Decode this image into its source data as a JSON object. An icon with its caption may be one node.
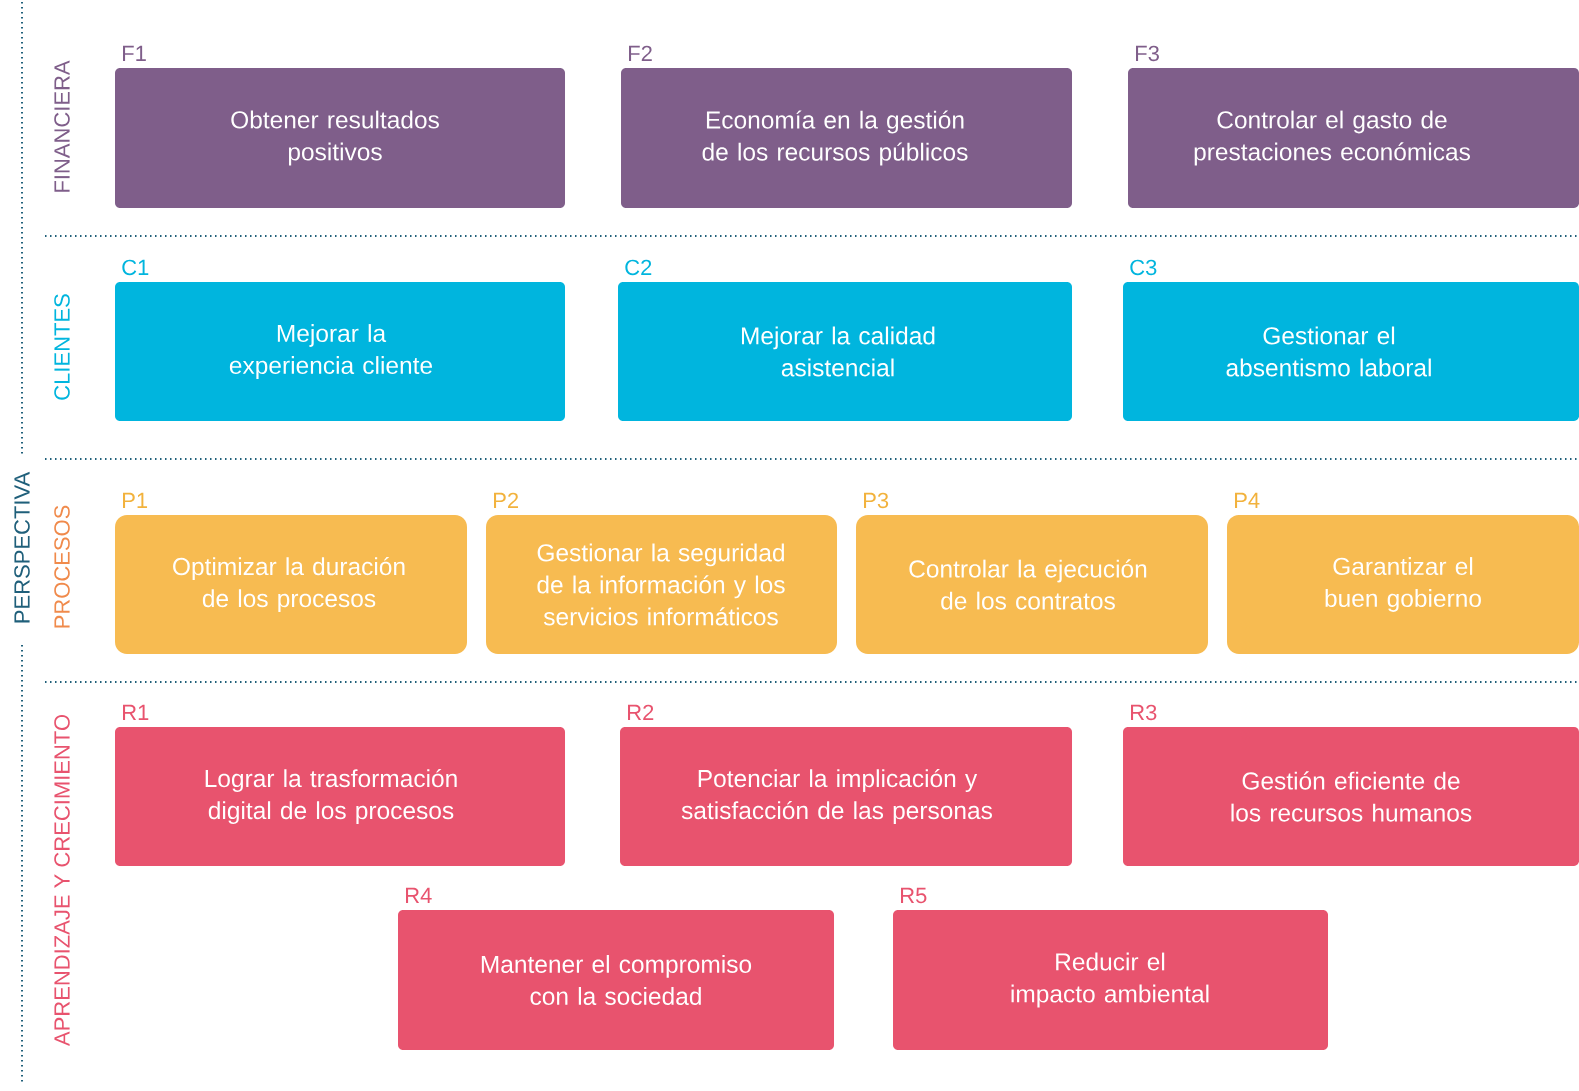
{
  "diagram": {
    "nodes": [
      {
        "text": [
          "F1",
          "Obtener resultados positivos"
        ]
      },
      {
        "text": [
          "F2",
          "Economía en la gestión de los recursos públicos"
        ]
      },
      {
        "text": [
          "F3",
          "Controlar el gasto de prestaciones económicas"
        ]
      },
      {
        "text": [
          "C1",
          "Mejorar la experiencia cliente"
        ]
      },
      {
        "text": [
          "C2",
          "Mejorar la calidad asistencial"
        ]
      },
      {
        "text": [
          "C3",
          "Gestionar el absentismo laboral"
        ]
      },
      {
        "text": [
          "P1",
          "Optimizar la duración de los procesos"
        ]
      },
      {
        "text": [
          "P2",
          "Gestionar la seguridad de la información y los servicios informáticos"
        ]
      },
      {
        "text": [
          "P3",
          "Controlar la ejecución de los contratos"
        ]
      },
      {
        "text": [
          "P4",
          "Garantizar el buen gobierno"
        ]
      },
      {
        "text": [
          "R1",
          "Lograr la trasformación digital de los procesos"
        ]
      },
      {
        "text": [
          "R2",
          "Potenciar la implicación y satisfacción de las personas"
        ]
      },
      {
        "text": [
          "R3",
          "Gestión eficiente de los recursos humanos"
        ]
      },
      {
        "text": [
          "R4",
          "Mantener el compromiso con la sociedad"
        ]
      },
      {
        "text": [
          "R5",
          "Reducir el impacto ambiental"
        ]
      }
    ],
    "labels": [
      "PERSPECTIVA",
      "FINANCIERA",
      "CLIENTES",
      "PROCESOS",
      "APRENDIZAJE Y CRECIMIENTO"
    ]
  }
}
